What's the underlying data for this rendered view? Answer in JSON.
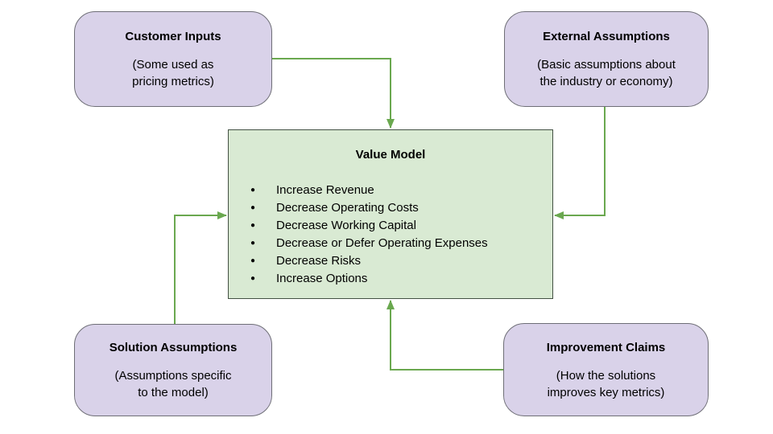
{
  "colors": {
    "background": "#ffffff",
    "purple_fill": "#d9d2e9",
    "purple_border": "#6e6e76",
    "green_fill": "#d9ead3",
    "green_border": "#435143",
    "arrow": "#6aa84f",
    "text": "#000000"
  },
  "nodes": {
    "customer_inputs": {
      "title": "Customer Inputs",
      "line1": "(Some used as",
      "line2": "pricing metrics)"
    },
    "external_assumptions": {
      "title": "External Assumptions",
      "line1": "(Basic assumptions about",
      "line2": "the industry or economy)"
    },
    "solution_assumptions": {
      "title": "Solution Assumptions",
      "line1": "(Assumptions specific",
      "line2": "to the model)"
    },
    "improvement_claims": {
      "title": "Improvement Claims",
      "line1": "(How the solutions",
      "line2": "improves key metrics)"
    }
  },
  "value_model": {
    "title": "Value Model",
    "bullets": [
      "Increase Revenue",
      "Decrease Operating Costs",
      "Decrease Working Capital",
      "Decrease or Defer Operating Expenses",
      "Decrease Risks",
      "Increase Options"
    ]
  }
}
